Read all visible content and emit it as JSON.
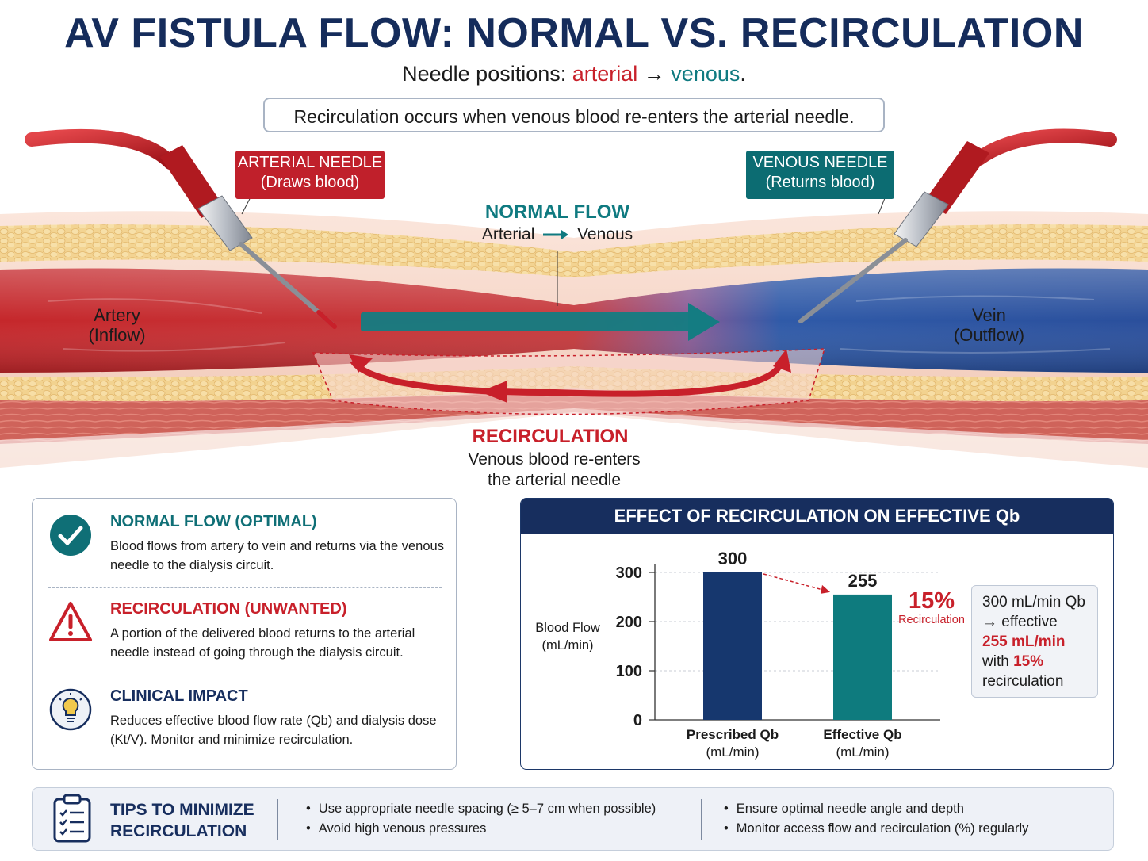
{
  "header": {
    "title": "AV FISTULA FLOW: NORMAL VS. RECIRCULATION",
    "subtitle_prefix": "Needle positions: ",
    "subtitle_arterial": "arterial",
    "subtitle_arrow": " → ",
    "subtitle_venous": "venous",
    "subtitle_end": ".",
    "callout": "Recirculation occurs when venous blood re-enters the arterial needle."
  },
  "diagram": {
    "arterial_needle": {
      "line1": "ARTERIAL NEEDLE",
      "line2": "(Draws blood)"
    },
    "venous_needle": {
      "line1": "VENOUS NEEDLE",
      "line2": "(Returns blood)"
    },
    "normal_flow": {
      "title": "NORMAL FLOW",
      "from": "Arterial",
      "to": "Venous"
    },
    "recirculation": {
      "title": "RECIRCULATION",
      "line1": "Venous blood re-enters",
      "line2": "the arterial needle"
    },
    "artery_label": {
      "line1": "Artery",
      "line2": "(Inflow)"
    },
    "vein_label": {
      "line1": "Vein",
      "line2": "(Outflow)"
    }
  },
  "info_card": {
    "items": [
      {
        "icon": "check-circle-icon",
        "title": "NORMAL FLOW (OPTIMAL)",
        "body": "Blood flows from artery to vein and returns via the venous needle to the dialysis circuit.",
        "color": "#0f6f76"
      },
      {
        "icon": "warning-triangle-icon",
        "title": "RECIRCULATION (UNWANTED)",
        "body": "A portion of the delivered blood returns to the arterial needle instead of going through the dialysis circuit.",
        "color": "#c8202a"
      },
      {
        "icon": "lightbulb-icon",
        "title": "CLINICAL IMPACT",
        "body": "Reduces effective blood flow rate (Qb) and dialysis dose (Kt/V). Monitor and minimize recirculation.",
        "color": "#172e5e"
      }
    ]
  },
  "chart_panel": {
    "title": "EFFECT OF RECIRCULATION ON EFFECTIVE Qb",
    "recirc_pct": "15%",
    "recirc_label": "Recirculation",
    "summary": {
      "line1": "300 mL/min Qb",
      "line2": "→  effective",
      "line3": "255 mL/min",
      "line4_prefix": "with ",
      "line4_pct": "15%",
      "line5": "recirculation"
    }
  },
  "chart_data": {
    "type": "bar",
    "categories": [
      "Prescribed Qb (mL/min)",
      "Effective Qb (mL/min)"
    ],
    "category_lines": [
      [
        "Prescribed Qb",
        "(mL/min)"
      ],
      [
        "Effective Qb",
        "(mL/min)"
      ]
    ],
    "values": [
      300,
      255
    ],
    "value_labels": [
      "300",
      "255"
    ],
    "ylabel_lines": [
      "Blood Flow",
      "(mL/min)"
    ],
    "ylim": [
      0,
      300
    ],
    "yticks": [
      0,
      100,
      200,
      300
    ],
    "bar_colors": [
      "#16376e",
      "#0e7b7e"
    ],
    "grid": true
  },
  "tips": {
    "title_line1": "TIPS TO MINIMIZE",
    "title_line2": "RECIRCULATION",
    "col1": [
      "Use appropriate needle spacing (≥ 5–7 cm when possible)",
      "Avoid high venous pressures"
    ],
    "col2": [
      "Ensure optimal needle angle and depth",
      "Monitor access flow and recirculation (%) regularly"
    ]
  },
  "colors": {
    "navy": "#152c5b",
    "red": "#c8202a",
    "teal": "#0f7a80"
  }
}
